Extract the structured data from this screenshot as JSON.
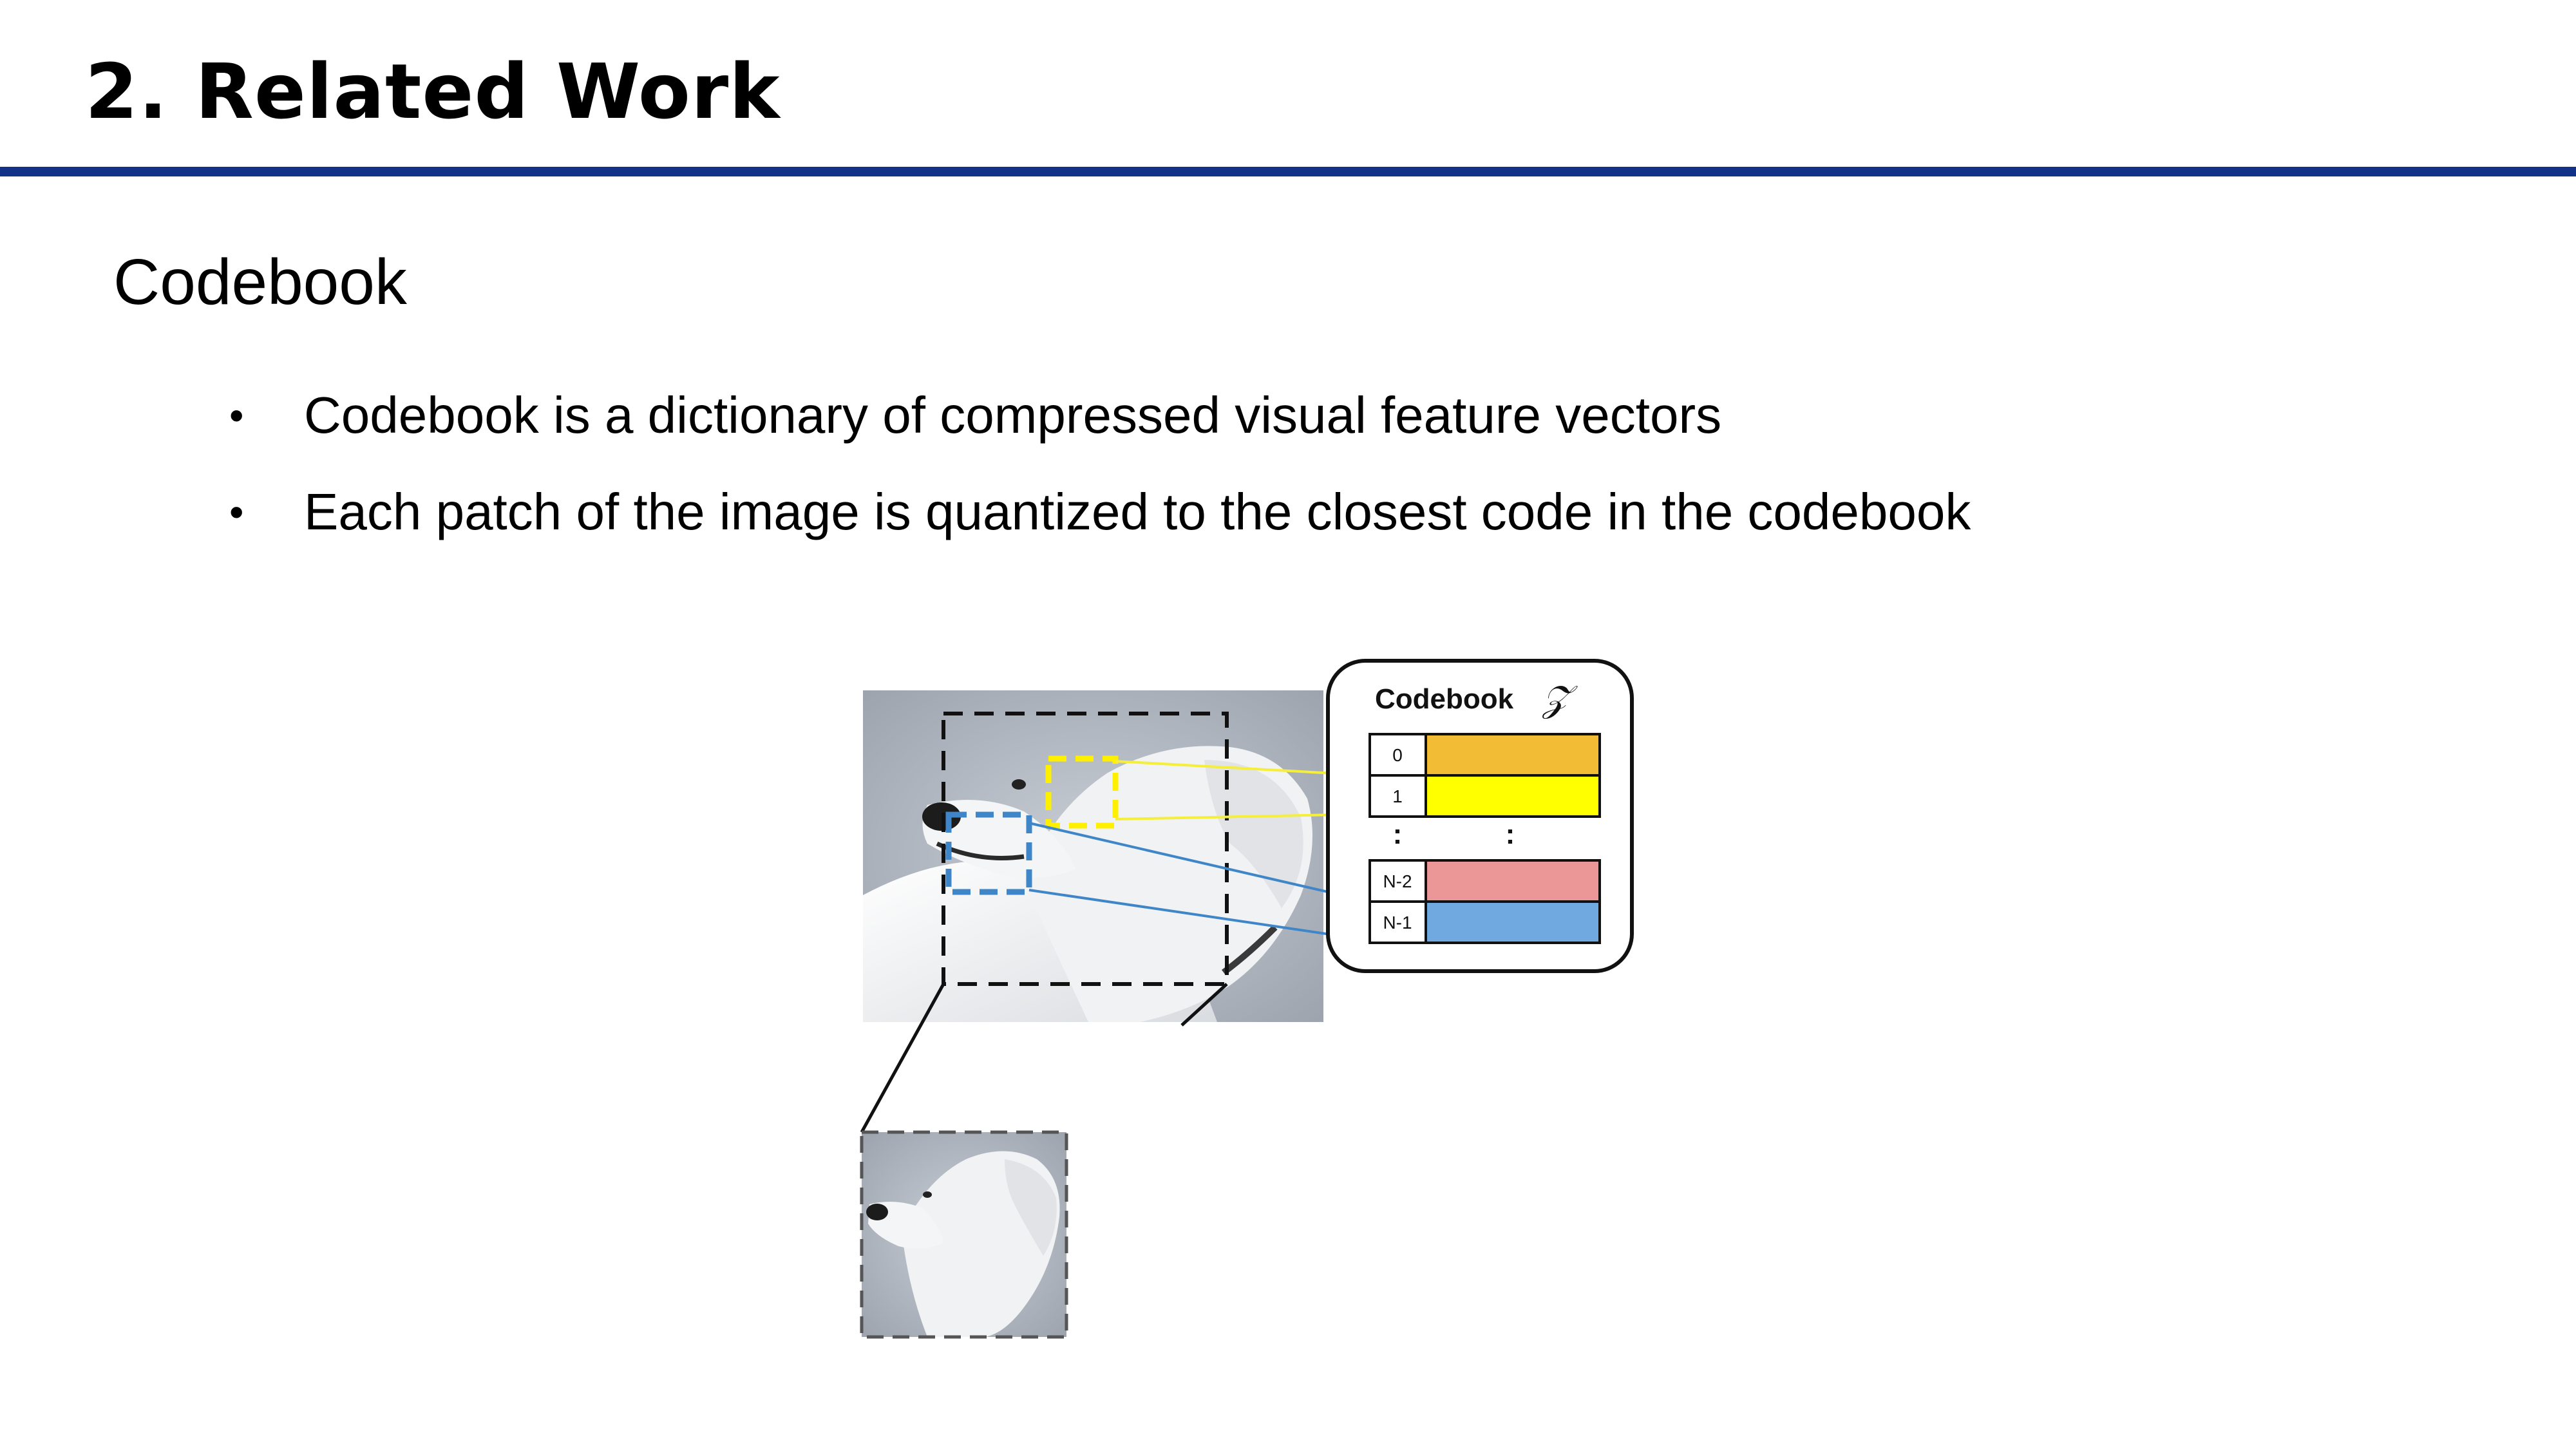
{
  "slide": {
    "title": "2. Related Work",
    "section_heading": "Codebook"
  },
  "bullets": [
    {
      "marker": "•",
      "text": "Codebook is a dictionary of compressed visual feature vectors"
    },
    {
      "marker": "•",
      "text": "Each patch of the image is quantized to the closest code in the codebook"
    }
  ],
  "figure": {
    "codebook_label": "Codebook",
    "codebook_symbol": "𝒵",
    "ellipsis": ":",
    "entries": [
      {
        "index": "0",
        "color": "#F2BC35"
      },
      {
        "index": "1",
        "color": "#FFFF00"
      },
      {
        "index": "N-2",
        "color": "#EB9797"
      },
      {
        "index": "N-1",
        "color": "#6FA9E0"
      }
    ],
    "patch_colors": {
      "yellow": "#FFF000",
      "blue": "#3F86C8"
    }
  },
  "colors": {
    "title_rule": "#123189"
  }
}
